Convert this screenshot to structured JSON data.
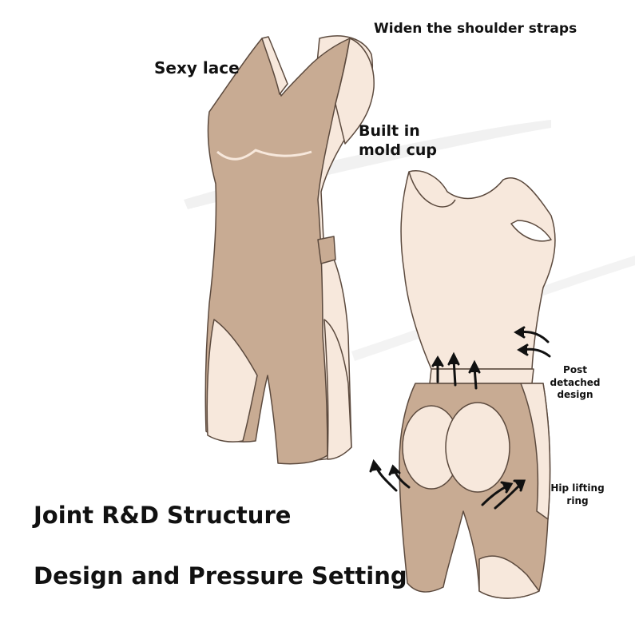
{
  "labels": {
    "straps": "Widen the shoulder straps",
    "lace": "Sexy lace",
    "cup": "Built in mold cup",
    "post": "Post detached design",
    "hip": "Hip lifting ring"
  },
  "headline": {
    "line1": "Joint R&D Structure",
    "line2": "Design and Pressure Setting"
  },
  "colors": {
    "nude": "#c8ab93",
    "light": "#f7e8dc",
    "outline": "#5c4a3e",
    "text": "#111111"
  }
}
